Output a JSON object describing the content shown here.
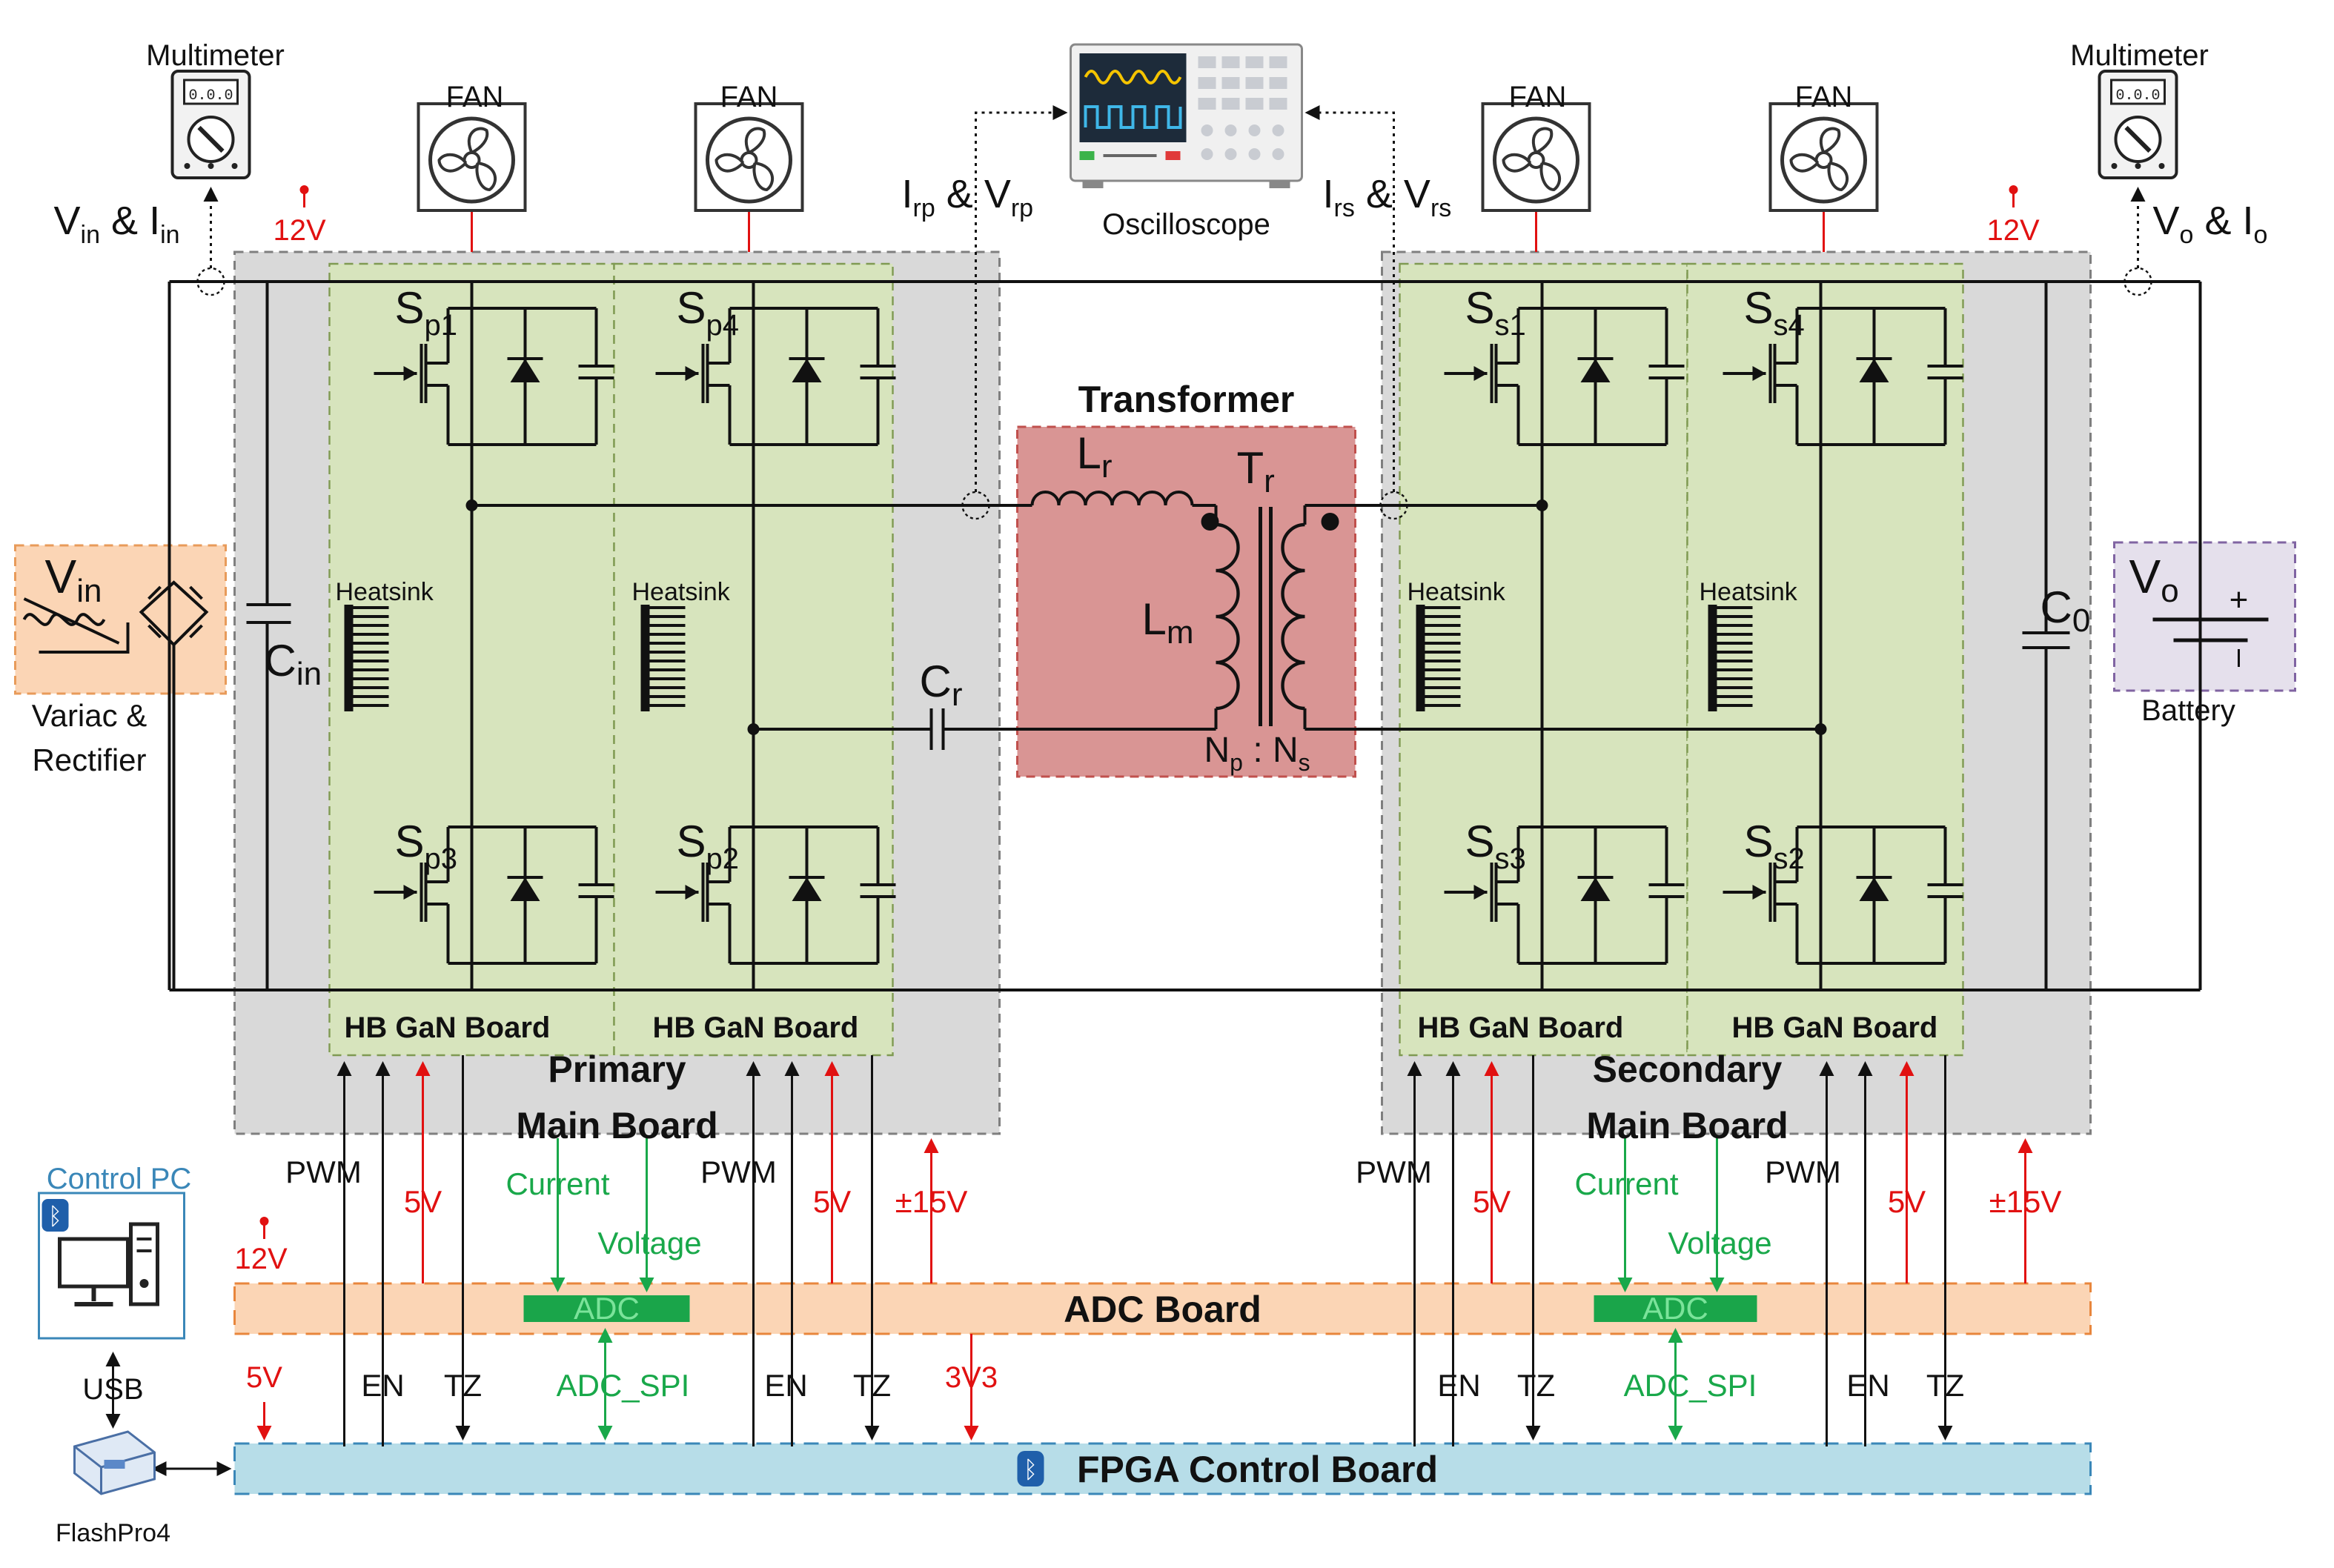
{
  "labels": {
    "multimeter": "Multimeter",
    "fan": "FAN",
    "oscilloscope": "Oscilloscope",
    "transformer": "Transformer",
    "heatsink": "Heatsink",
    "hb_gan_board": "HB GaN Board",
    "primary_main_board_1": "Primary",
    "primary_main_board_2": "Main Board",
    "secondary_main_board_1": "Secondary",
    "secondary_main_board_2": "Main Board",
    "variac_1": "Variac &",
    "variac_2": "Rectifier",
    "battery": "Battery",
    "control_pc": "Control PC",
    "usb": "USB",
    "flashpro": "FlashPro4",
    "adc_board": "ADC Board",
    "adc": "ADC",
    "fpga_board": "FPGA Control Board",
    "pwm": "PWM",
    "en": "EN",
    "tz": "TZ",
    "current": "Current",
    "voltage": "Voltage",
    "adc_spi": "ADC_SPI",
    "v12": "12V",
    "v5": "5V",
    "v15": "±15V",
    "v3v3": "3V3",
    "np_ns": ":"
  },
  "symbols": {
    "V": "V",
    "in": "in",
    "I": "I",
    "o": "o",
    "amp": "&",
    "rp": "rp",
    "rs": "rs",
    "S": "S",
    "p1": "p1",
    "p2": "p2",
    "p3": "p3",
    "p4": "p4",
    "s1": "s1",
    "s2": "s2",
    "s3": "s3",
    "s4": "s4",
    "L": "L",
    "r": "r",
    "m": "m",
    "T": "T",
    "C": "C",
    "zero": "0",
    "N": "N",
    "p": "p",
    "s": "s",
    "plus": "+"
  },
  "colors": {
    "main_board": "#d9d9d9",
    "gan_board": "#d7e4bd",
    "transformer": "#d99594",
    "adc_board": "#fbd5b5",
    "fpga_board": "#b7dde8",
    "variac": "#fbd5b5",
    "battery": "#e5e0ec",
    "adc_chip": "#1aa54a",
    "power": "#e11111",
    "signal_green": "#19a84a",
    "pc_border": "#3a87b8"
  }
}
